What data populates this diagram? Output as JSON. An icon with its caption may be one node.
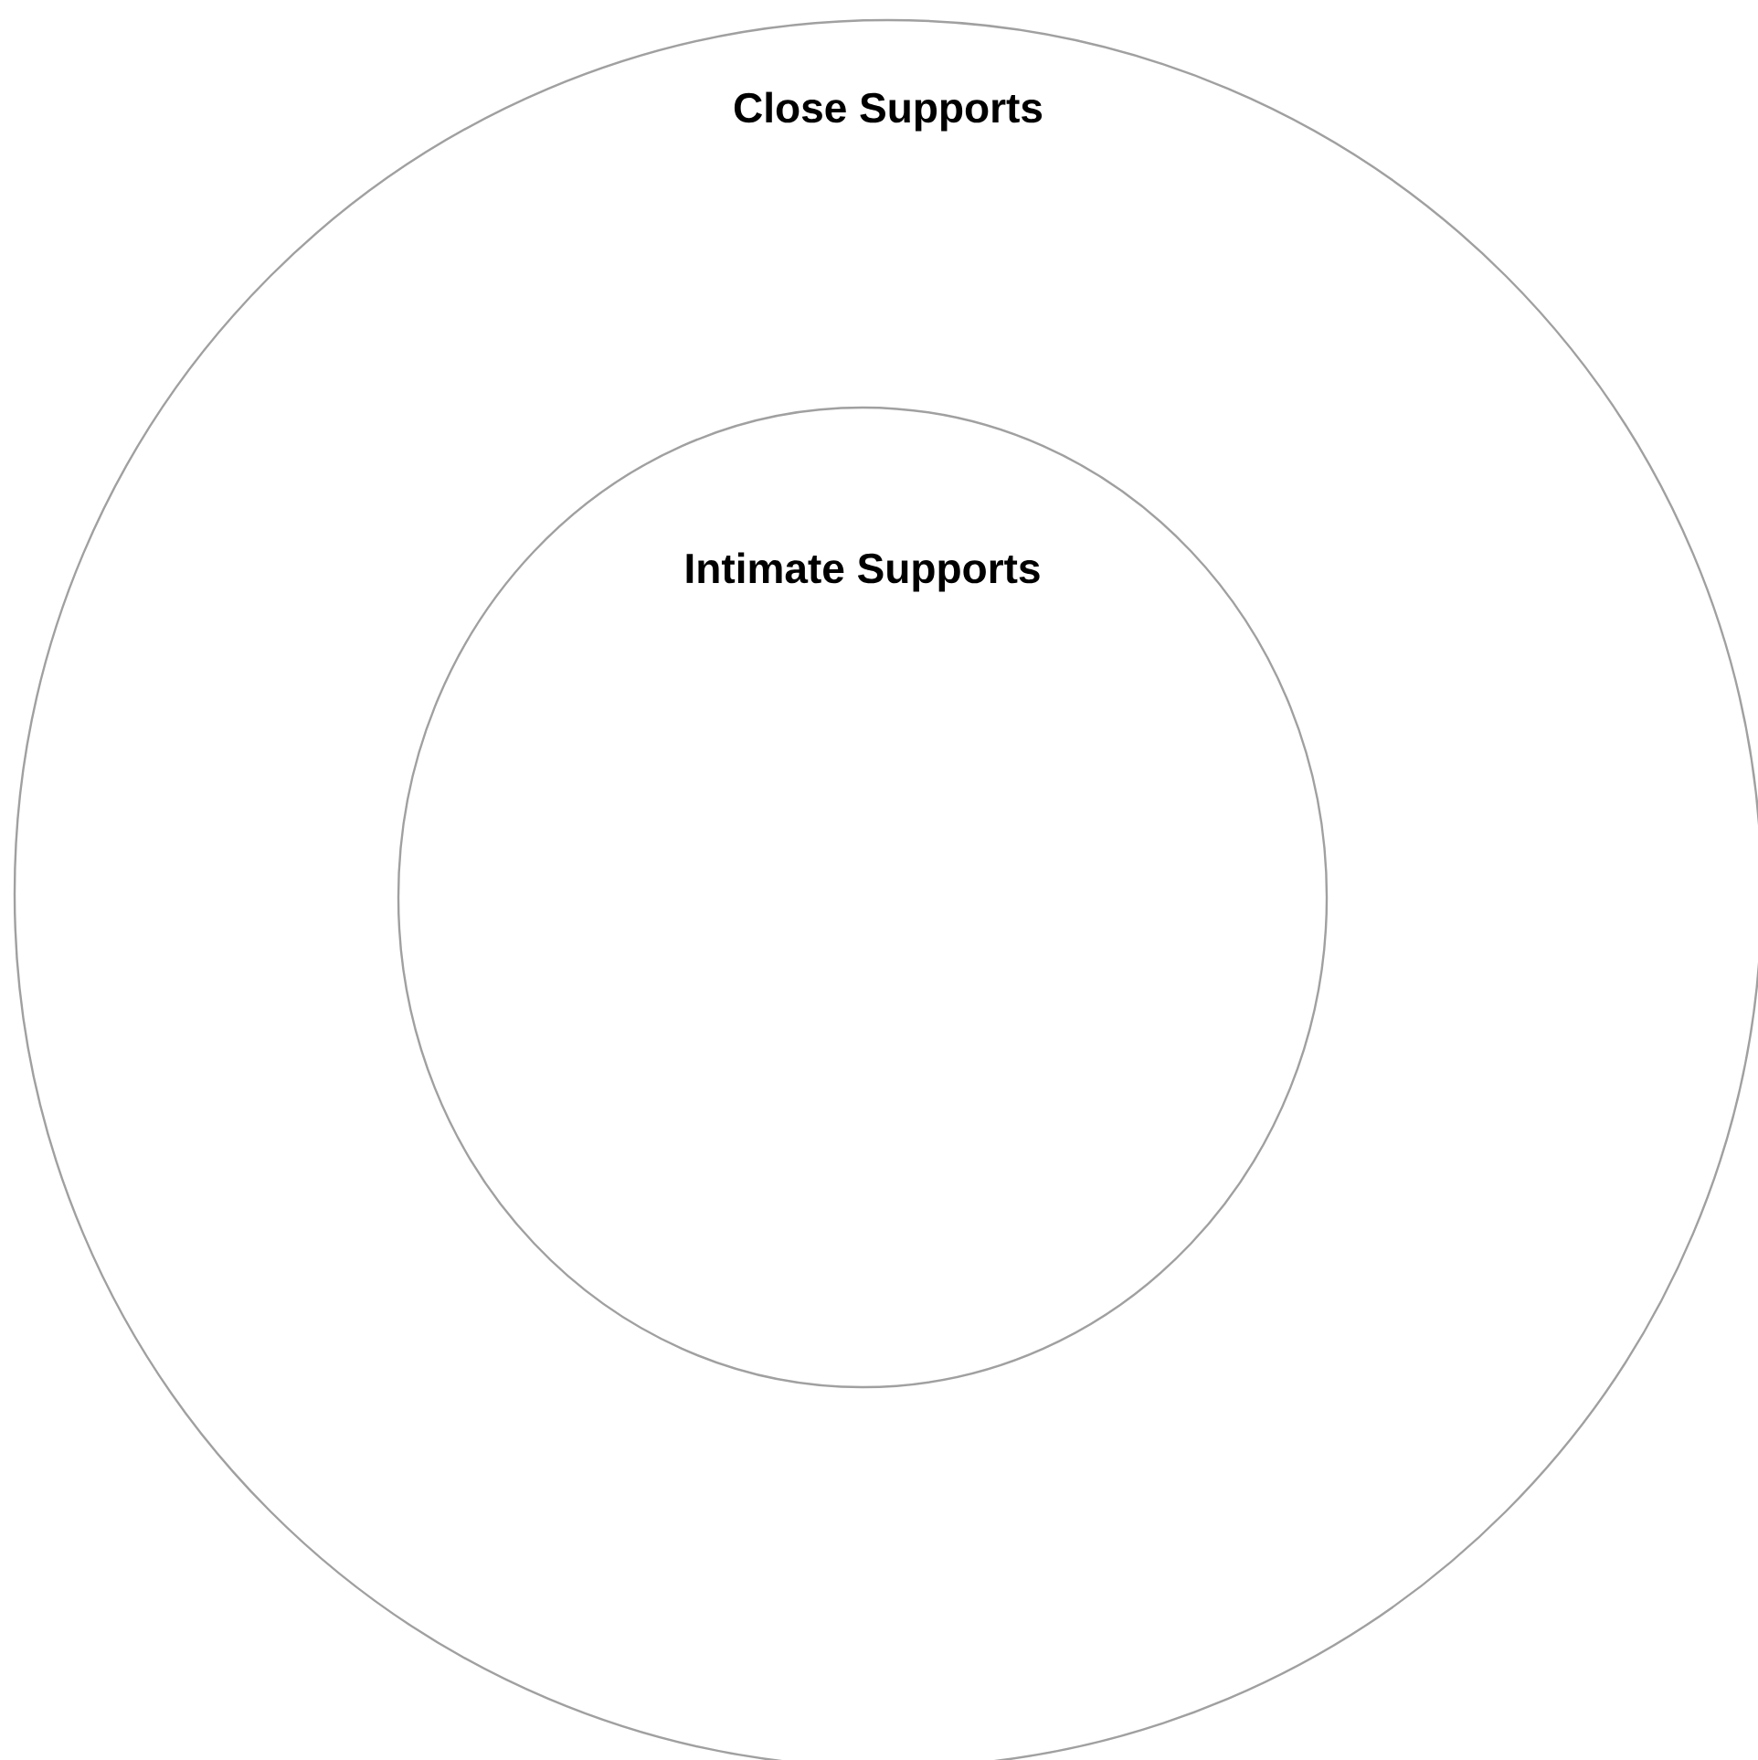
{
  "diagram": {
    "nodes": [
      {
        "text": [
          "Close Supports"
        ]
      },
      {
        "text": [
          "Intimate Supports"
        ],
        "in": 0
      }
    ]
  }
}
